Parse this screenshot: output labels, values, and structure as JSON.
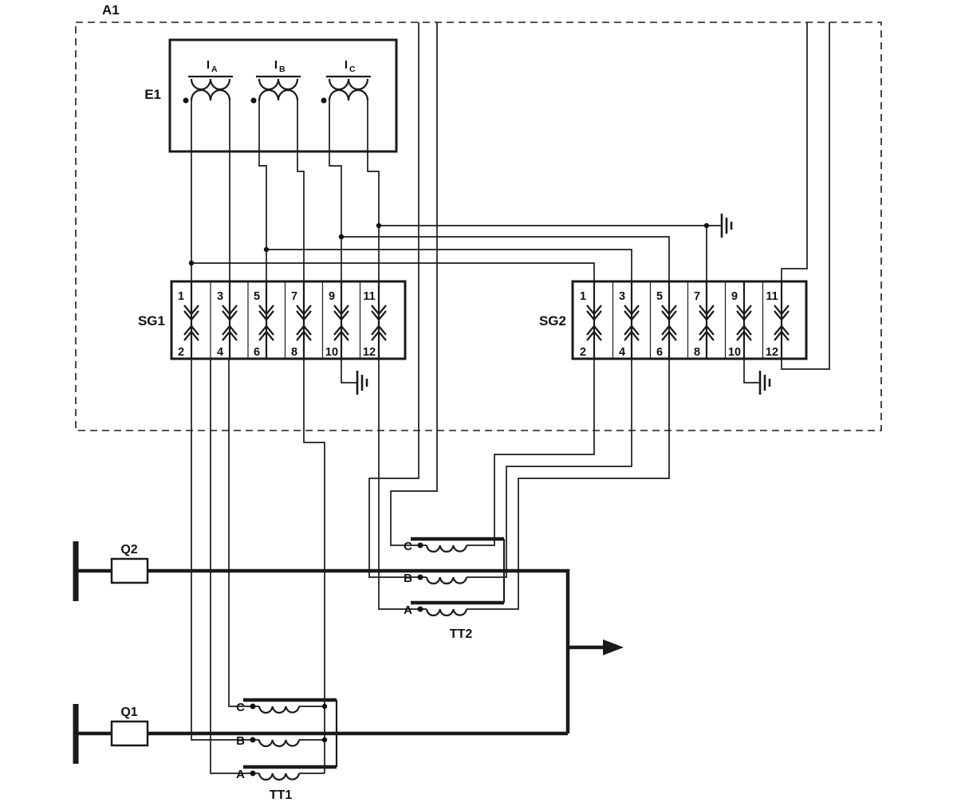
{
  "colors": {
    "line": "#1a1a1a",
    "background": "#ffffff"
  },
  "enclosure": {
    "label": "A1"
  },
  "e1": {
    "label": "E1",
    "windings": [
      {
        "prefix": "I",
        "phase": "A"
      },
      {
        "prefix": "I",
        "phase": "B"
      },
      {
        "prefix": "I",
        "phase": "C"
      }
    ]
  },
  "sg1": {
    "label": "SG1",
    "terminals_top": [
      "1",
      "3",
      "5",
      "7",
      "9",
      "11"
    ],
    "terminals_bottom": [
      "2",
      "4",
      "6",
      "8",
      "10",
      "12"
    ]
  },
  "sg2": {
    "label": "SG2",
    "terminals_top": [
      "1",
      "3",
      "5",
      "7",
      "9",
      "11"
    ],
    "terminals_bottom": [
      "2",
      "4",
      "6",
      "8",
      "10",
      "12"
    ]
  },
  "q1": {
    "label": "Q1"
  },
  "q2": {
    "label": "Q2"
  },
  "tt1": {
    "label": "TT1",
    "phases": [
      "C",
      "B",
      "A"
    ]
  },
  "tt2": {
    "label": "TT2",
    "phases": [
      "C",
      "B",
      "A"
    ]
  }
}
